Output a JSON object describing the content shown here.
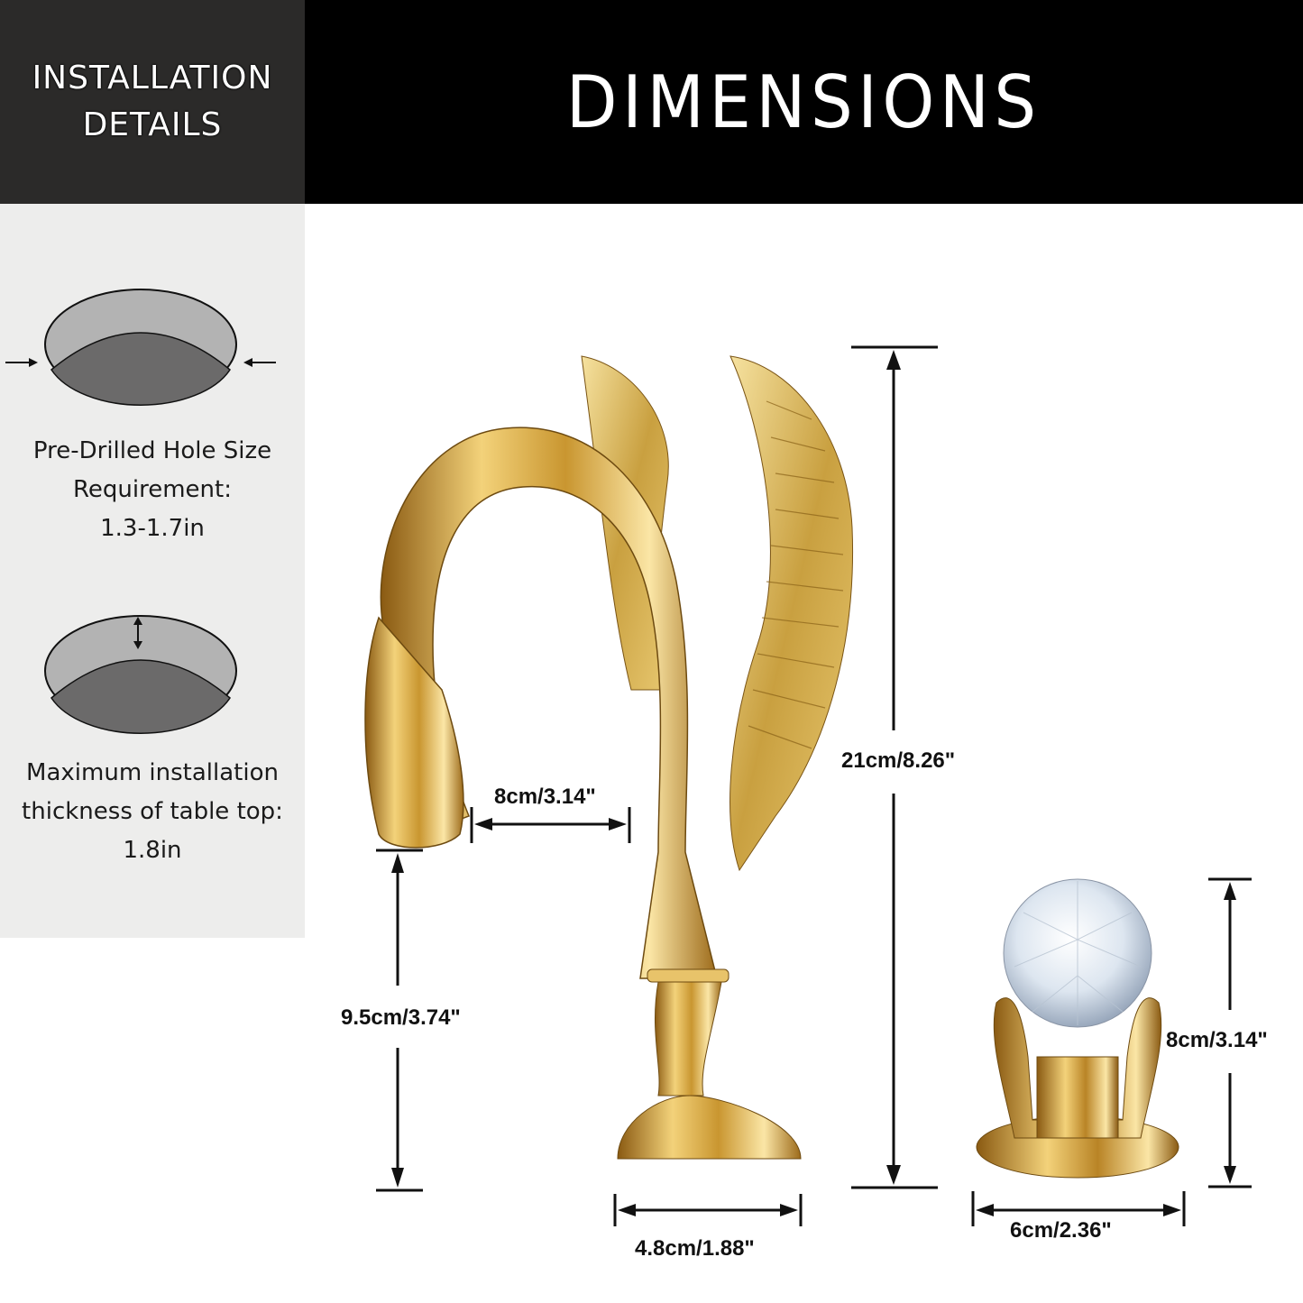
{
  "header": {
    "left_title_line1": "INSTALLATION",
    "left_title_line2": "DETAILS",
    "main_title": "DIMENSIONS"
  },
  "installation_details": {
    "hole_size": {
      "line1": "Pre-Drilled Hole Size",
      "line2": "Requirement:",
      "line3": "1.3-1.7in",
      "icon": "hole-diameter-icon"
    },
    "thickness": {
      "line1": "Maximum installation",
      "line2": "thickness of table top:",
      "line3": "1.8in",
      "icon": "hole-depth-icon"
    }
  },
  "dimensions": {
    "total_height": "21cm/8.26\"",
    "spout_reach": "8cm/3.14\"",
    "spout_height": "9.5cm/3.74\"",
    "faucet_base_diameter": "4.8cm/1.88\"",
    "handle_height": "8cm/3.14\"",
    "handle_base_diameter": "6cm/2.36\""
  },
  "product": {
    "faucet": "gold-swan-faucet",
    "handle": "crystal-ball-handle"
  },
  "colors": {
    "left_header_bg": "#2b2a29",
    "main_header_bg": "#000000",
    "left_panel_bg": "#ededec",
    "gold": "#d4a937"
  }
}
